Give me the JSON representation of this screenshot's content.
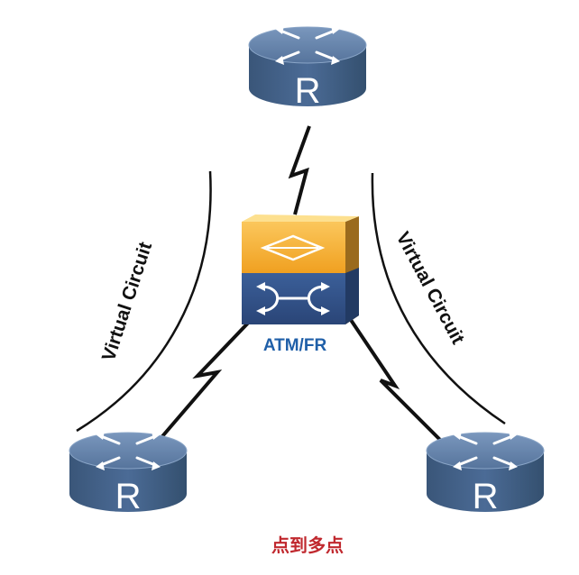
{
  "diagram": {
    "virtual_circuit_left": "Virtual Circuit",
    "virtual_circuit_right": "Virtual Circuit",
    "switch_label": "ATM/FR",
    "caption": "点到多点",
    "router_letter": "R"
  },
  "icons": {
    "router": "router-icon",
    "switch": "atm-fr-switch-icon",
    "link": "serial-link-icon"
  },
  "colors": {
    "router_top": "#5f7fa8",
    "router_side": "#3f5d84",
    "switch_top": "#f7b035",
    "switch_bottom": "#33558c",
    "switch_label": "#1f5fa8",
    "caption": "#c0282e",
    "line": "#111111"
  }
}
